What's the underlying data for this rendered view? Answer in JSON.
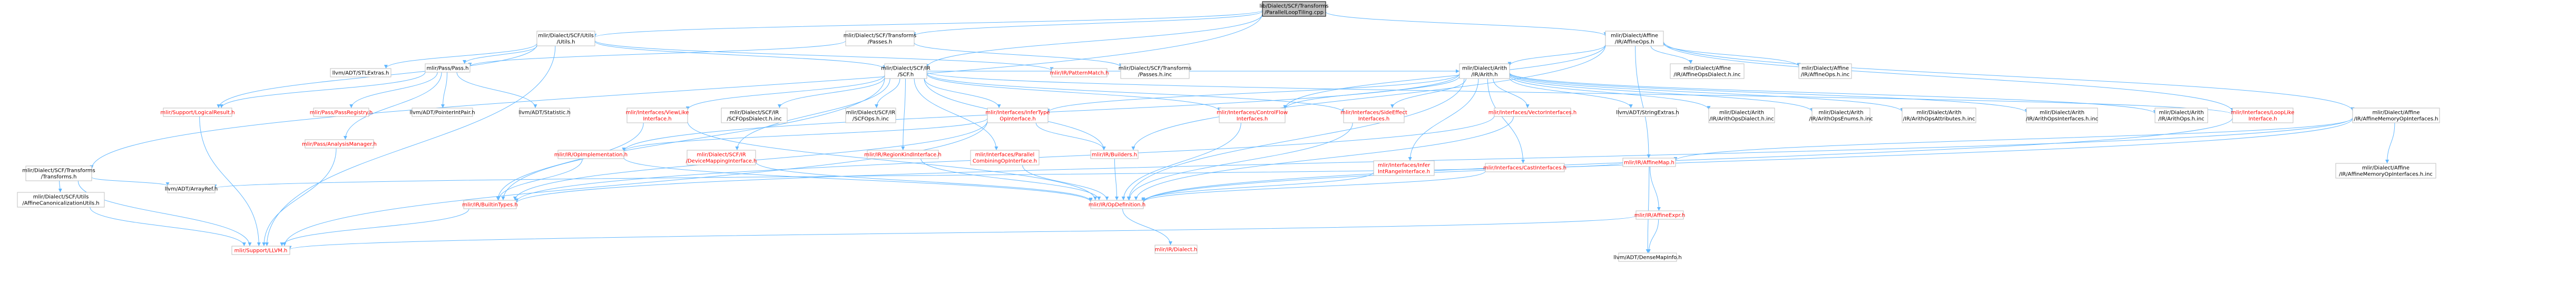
{
  "colors": {
    "node_stroke": "#bfbfbf",
    "root_stroke": "#000000",
    "root_fill": "#bfbfbf",
    "red_text": "#ff0000",
    "black_text": "#000000",
    "edge_color": "#63b8ff",
    "edge_dark": "#000080"
  },
  "nodes": {
    "root": {
      "lines": [
        "lib/Dialect/SCF/Transforms",
        "/ParallelLoopTiling.cpp"
      ],
      "kind": "root"
    },
    "scf_utils": {
      "lines": [
        "mlir/Dialect/SCF/Utils",
        "/Utils.h"
      ],
      "kind": "normal"
    },
    "scf_passes": {
      "lines": [
        "mlir/Dialect/SCF/Transforms",
        "/Passes.h"
      ],
      "kind": "normal"
    },
    "affine_ops": {
      "lines": [
        "mlir/Dialect/Affine",
        "/IR/AffineOps.h"
      ],
      "kind": "normal"
    },
    "scf_transforms": {
      "lines": [
        "mlir/Dialect/SCF/Transforms",
        "/Transforms.h"
      ],
      "kind": "normal"
    },
    "stl_extras": {
      "lines": [
        "llvm/ADT/STLExtras.h"
      ],
      "kind": "grey"
    },
    "pass_h": {
      "lines": [
        "mlir/Pass/Pass.h"
      ],
      "kind": "normal"
    },
    "scf_ir": {
      "lines": [
        "mlir/Dialect/SCF/IR",
        "/SCF.h"
      ],
      "kind": "normal"
    },
    "pattern_match": {
      "lines": [
        "mlir/IR/PatternMatch.h"
      ],
      "kind": "red"
    },
    "scf_passes_inc": {
      "lines": [
        "mlir/Dialect/SCF/Transforms",
        "/Passes.h.inc"
      ],
      "kind": "grey"
    },
    "arith": {
      "lines": [
        "mlir/Dialect/Arith",
        "/IR/Arith.h"
      ],
      "kind": "normal"
    },
    "affine_ops_dialect_inc": {
      "lines": [
        "mlir/Dialect/Affine",
        "/IR/AffineOpsDialect.h.inc"
      ],
      "kind": "grey"
    },
    "affine_ops_inc": {
      "lines": [
        "mlir/Dialect/Affine",
        "/IR/AffineOps.h.inc"
      ],
      "kind": "grey"
    },
    "logical_result": {
      "lines": [
        "mlir/Support/LogicalResult.h"
      ],
      "kind": "red"
    },
    "pass_registry": {
      "lines": [
        "mlir/Pass/PassRegistry.h"
      ],
      "kind": "red"
    },
    "pointer_int_pair": {
      "lines": [
        "llvm/ADT/PointerIntPair.h"
      ],
      "kind": "grey"
    },
    "statistic": {
      "lines": [
        "llvm/ADT/Statistic.h"
      ],
      "kind": "grey"
    },
    "analysis_manager": {
      "lines": [
        "mlir/Pass/AnalysisManager.h"
      ],
      "kind": "red"
    },
    "view_like": {
      "lines": [
        "mlir/Interfaces/ViewLike",
        "Interface.h"
      ],
      "kind": "red"
    },
    "scf_ops_dialect_inc": {
      "lines": [
        "mlir/Dialect/SCF/IR",
        "/SCFOpsDialect.h.inc"
      ],
      "kind": "grey"
    },
    "scf_ops_inc": {
      "lines": [
        "mlir/Dialect/SCF/IR",
        "/SCFOps.h.inc"
      ],
      "kind": "grey"
    },
    "infer_type": {
      "lines": [
        "mlir/Interfaces/InferType",
        "OpInterface.h"
      ],
      "kind": "red"
    },
    "control_flow": {
      "lines": [
        "mlir/Interfaces/ControlFlow",
        "Interfaces.h"
      ],
      "kind": "red"
    },
    "side_effect": {
      "lines": [
        "mlir/Interfaces/SideEffect",
        "Interfaces.h"
      ],
      "kind": "red"
    },
    "vector_interfaces": {
      "lines": [
        "mlir/Interfaces/VectorInterfaces.h"
      ],
      "kind": "red"
    },
    "string_extras": {
      "lines": [
        "llvm/ADT/StringExtras.h"
      ],
      "kind": "grey"
    },
    "arith_ops_dialect_inc": {
      "lines": [
        "mlir/Dialect/Arith",
        "/IR/ArithOpsDialect.h.inc"
      ],
      "kind": "grey"
    },
    "arith_ops_enums_inc": {
      "lines": [
        "mlir/Dialect/Arith",
        "/IR/ArithOpsEnums.h.inc"
      ],
      "kind": "grey"
    },
    "arith_ops_attrs_inc": {
      "lines": [
        "mlir/Dialect/Arith",
        "/IR/ArithOpsAttributes.h.inc"
      ],
      "kind": "grey"
    },
    "arith_ops_ifaces_inc": {
      "lines": [
        "mlir/Dialect/Arith",
        "/IR/ArithOpsInterfaces.h.inc"
      ],
      "kind": "grey"
    },
    "arith_ops_inc": {
      "lines": [
        "mlir/Dialect/Arith",
        "/IR/ArithOps.h.inc"
      ],
      "kind": "grey"
    },
    "loop_like": {
      "lines": [
        "mlir/Interfaces/LoopLike",
        "Interface.h"
      ],
      "kind": "red"
    },
    "affine_mem_op_ifaces": {
      "lines": [
        "mlir/Dialect/Affine",
        "/IR/AffineMemoryOpInterfaces.h"
      ],
      "kind": "normal"
    },
    "affine_canon_utils": {
      "lines": [
        "mlir/Dialect/SCF/Utils",
        "/AffineCanonicalizationUtils.h"
      ],
      "kind": "normal"
    },
    "array_ref": {
      "lines": [
        "llvm/ADT/ArrayRef.h"
      ],
      "kind": "grey"
    },
    "op_implementation": {
      "lines": [
        "mlir/IR/OpImplementation.h"
      ],
      "kind": "red"
    },
    "device_mapping": {
      "lines": [
        "mlir/Dialect/SCF/IR",
        "/DeviceMappingInterface.h"
      ],
      "kind": "red"
    },
    "region_kind": {
      "lines": [
        "mlir/IR/RegionKindInterface.h"
      ],
      "kind": "red"
    },
    "parallel_combining": {
      "lines": [
        "mlir/Interfaces/Parallel",
        "CombiningOpInterface.h"
      ],
      "kind": "red"
    },
    "builders": {
      "lines": [
        "mlir/IR/Builders.h"
      ],
      "kind": "red"
    },
    "infer_int_range": {
      "lines": [
        "mlir/Interfaces/Infer",
        "IntRangeInterface.h"
      ],
      "kind": "red"
    },
    "cast_interfaces": {
      "lines": [
        "mlir/Interfaces/CastInterfaces.h"
      ],
      "kind": "red"
    },
    "affine_map": {
      "lines": [
        "mlir/IR/AffineMap.h"
      ],
      "kind": "red"
    },
    "affine_mem_op_ifaces_inc": {
      "lines": [
        "mlir/Dialect/Affine",
        "/IR/AffineMemoryOpInterfaces.h.inc"
      ],
      "kind": "grey"
    },
    "builtin_types": {
      "lines": [
        "mlir/IR/BuiltinTypes.h"
      ],
      "kind": "red"
    },
    "op_definition": {
      "lines": [
        "mlir/IR/OpDefinition.h"
      ],
      "kind": "red"
    },
    "affine_expr": {
      "lines": [
        "mlir/IR/AffineExpr.h"
      ],
      "kind": "red"
    },
    "support_llvm": {
      "lines": [
        "mlir/Support/LLVM.h"
      ],
      "kind": "red"
    },
    "dialect_h": {
      "lines": [
        "mlir/IR/Dialect.h"
      ],
      "kind": "red"
    },
    "dense_map_info": {
      "lines": [
        "llvm/ADT/DenseMapInfo.h"
      ],
      "kind": "grey"
    }
  },
  "edges": [
    [
      "root",
      "scf_utils"
    ],
    [
      "root",
      "scf_passes"
    ],
    [
      "root",
      "affine_ops"
    ],
    [
      "root",
      "scf_transforms"
    ],
    [
      "root",
      "scf_ir"
    ],
    [
      "scf_utils",
      "stl_extras"
    ],
    [
      "scf_utils",
      "pass_h"
    ],
    [
      "scf_utils",
      "scf_ir"
    ],
    [
      "scf_utils",
      "pattern_match"
    ],
    [
      "scf_utils",
      "logical_result"
    ],
    [
      "scf_utils",
      "support_llvm"
    ],
    [
      "scf_passes",
      "pass_h"
    ],
    [
      "scf_passes",
      "scf_passes_inc"
    ],
    [
      "affine_ops",
      "arith"
    ],
    [
      "affine_ops",
      "affine_ops_dialect_inc"
    ],
    [
      "affine_ops",
      "affine_ops_inc"
    ],
    [
      "affine_ops",
      "affine_mem_op_ifaces"
    ],
    [
      "affine_ops",
      "loop_like"
    ],
    [
      "affine_ops",
      "control_flow"
    ],
    [
      "affine_ops",
      "affine_map"
    ],
    [
      "affine_ops",
      "builders"
    ],
    [
      "scf_transforms",
      "affine_canon_utils"
    ],
    [
      "scf_transforms",
      "array_ref"
    ],
    [
      "scf_transforms",
      "support_llvm"
    ],
    [
      "affine_canon_utils",
      "support_llvm"
    ],
    [
      "pass_h",
      "logical_result"
    ],
    [
      "pass_h",
      "pass_registry"
    ],
    [
      "pass_h",
      "pointer_int_pair"
    ],
    [
      "pass_h",
      "statistic"
    ],
    [
      "pass_h",
      "analysis_manager"
    ],
    [
      "scf_ir",
      "view_like"
    ],
    [
      "scf_ir",
      "scf_ops_dialect_inc"
    ],
    [
      "scf_ir",
      "scf_ops_inc"
    ],
    [
      "scf_ir",
      "infer_type"
    ],
    [
      "scf_ir",
      "control_flow"
    ],
    [
      "scf_ir",
      "side_effect"
    ],
    [
      "scf_ir",
      "device_mapping"
    ],
    [
      "scf_ir",
      "region_kind"
    ],
    [
      "scf_ir",
      "parallel_combining"
    ],
    [
      "scf_ir",
      "builders"
    ],
    [
      "scf_ir",
      "loop_like"
    ],
    [
      "scf_ir",
      "builtin_types"
    ],
    [
      "scf_ir",
      "arith"
    ],
    [
      "arith",
      "control_flow"
    ],
    [
      "arith",
      "side_effect"
    ],
    [
      "arith",
      "vector_interfaces"
    ],
    [
      "arith",
      "string_extras"
    ],
    [
      "arith",
      "arith_ops_dialect_inc"
    ],
    [
      "arith",
      "arith_ops_enums_inc"
    ],
    [
      "arith",
      "arith_ops_attrs_inc"
    ],
    [
      "arith",
      "arith_ops_ifaces_inc"
    ],
    [
      "arith",
      "arith_ops_inc"
    ],
    [
      "arith",
      "infer_type"
    ],
    [
      "arith",
      "infer_int_range"
    ],
    [
      "arith",
      "cast_interfaces"
    ],
    [
      "arith",
      "op_implementation"
    ],
    [
      "arith",
      "op_definition"
    ],
    [
      "logical_result",
      "support_llvm"
    ],
    [
      "analysis_manager",
      "support_llvm"
    ],
    [
      "view_like",
      "op_definition"
    ],
    [
      "view_like",
      "builtin_types"
    ],
    [
      "infer_type",
      "op_implementation"
    ],
    [
      "infer_type",
      "builders"
    ],
    [
      "infer_type",
      "builtin_types"
    ],
    [
      "infer_type",
      "support_llvm"
    ],
    [
      "control_flow",
      "op_definition"
    ],
    [
      "side_effect",
      "op_definition"
    ],
    [
      "vector_interfaces",
      "op_definition"
    ],
    [
      "vector_interfaces",
      "builtin_types"
    ],
    [
      "loop_like",
      "op_definition"
    ],
    [
      "affine_mem_op_ifaces",
      "affine_mem_op_ifaces_inc"
    ],
    [
      "affine_mem_op_ifaces",
      "affine_map"
    ],
    [
      "affine_mem_op_ifaces",
      "op_definition"
    ],
    [
      "affine_mem_op_ifaces",
      "builtin_types"
    ],
    [
      "op_implementation",
      "op_definition"
    ],
    [
      "op_implementation",
      "builtin_types"
    ],
    [
      "device_mapping",
      "op_definition"
    ],
    [
      "region_kind",
      "op_definition"
    ],
    [
      "parallel_combining",
      "op_definition"
    ],
    [
      "builders",
      "op_definition"
    ],
    [
      "infer_int_range",
      "op_definition"
    ],
    [
      "cast_interfaces",
      "op_definition"
    ],
    [
      "affine_map",
      "affine_expr"
    ],
    [
      "affine_map",
      "dense_map_info"
    ],
    [
      "affine_map",
      "array_ref"
    ],
    [
      "affine_expr",
      "support_llvm"
    ],
    [
      "affine_expr",
      "dense_map_info"
    ],
    [
      "builtin_types",
      "support_llvm"
    ],
    [
      "op_definition",
      "dialect_h"
    ]
  ]
}
